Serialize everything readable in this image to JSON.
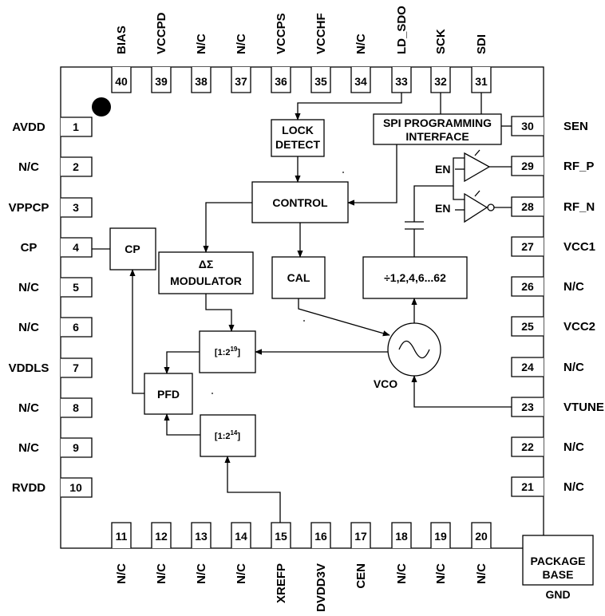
{
  "pins": {
    "top": [
      {
        "num": "40",
        "name": "BIAS"
      },
      {
        "num": "39",
        "name": "VCCPD"
      },
      {
        "num": "38",
        "name": "N/C"
      },
      {
        "num": "37",
        "name": "N/C"
      },
      {
        "num": "36",
        "name": "VCCPS"
      },
      {
        "num": "35",
        "name": "VCCHF"
      },
      {
        "num": "34",
        "name": "N/C"
      },
      {
        "num": "33",
        "name": "LD_SDO"
      },
      {
        "num": "32",
        "name": "SCK"
      },
      {
        "num": "31",
        "name": "SDI"
      }
    ],
    "left": [
      {
        "num": "1",
        "name": "AVDD"
      },
      {
        "num": "2",
        "name": "N/C"
      },
      {
        "num": "3",
        "name": "VPPCP"
      },
      {
        "num": "4",
        "name": "CP"
      },
      {
        "num": "5",
        "name": "N/C"
      },
      {
        "num": "6",
        "name": "N/C"
      },
      {
        "num": "7",
        "name": "VDDLS"
      },
      {
        "num": "8",
        "name": "N/C"
      },
      {
        "num": "9",
        "name": "N/C"
      },
      {
        "num": "10",
        "name": "RVDD"
      }
    ],
    "right": [
      {
        "num": "30",
        "name": "SEN"
      },
      {
        "num": "29",
        "name": "RF_P"
      },
      {
        "num": "28",
        "name": "RF_N"
      },
      {
        "num": "27",
        "name": "VCC1"
      },
      {
        "num": "26",
        "name": "N/C"
      },
      {
        "num": "25",
        "name": "VCC2"
      },
      {
        "num": "24",
        "name": "N/C"
      },
      {
        "num": "23",
        "name": "VTUNE"
      },
      {
        "num": "22",
        "name": "N/C"
      },
      {
        "num": "21",
        "name": "N/C"
      }
    ],
    "bottom": [
      {
        "num": "11",
        "name": "N/C"
      },
      {
        "num": "12",
        "name": "N/C"
      },
      {
        "num": "13",
        "name": "N/C"
      },
      {
        "num": "14",
        "name": "N/C"
      },
      {
        "num": "15",
        "name": "XREFP"
      },
      {
        "num": "16",
        "name": "DVDD3V"
      },
      {
        "num": "17",
        "name": "CEN"
      },
      {
        "num": "18",
        "name": "N/C"
      },
      {
        "num": "19",
        "name": "N/C"
      },
      {
        "num": "20",
        "name": "N/C"
      }
    ]
  },
  "blocks": {
    "lock_detect": [
      "LOCK",
      "DETECT"
    ],
    "spi": [
      "SPI  PROGRAMMING",
      "INTERFACE"
    ],
    "control": "CONTROL",
    "cp": "CP",
    "modulator_symbol": "ΔΣ",
    "modulator": "MODULATOR",
    "cal": "CAL",
    "divider": "÷1,2,4,6...62",
    "frac_divider_base": "[1:2",
    "frac_divider_exp": "19",
    "ref_divider_base": "[1:2",
    "ref_divider_exp": "14",
    "bracket_close": "]",
    "pfd": "PFD",
    "vco": "VCO",
    "en1": "EN",
    "en2": "EN"
  },
  "package": {
    "base": [
      "PACKAGE",
      "BASE"
    ],
    "gnd": "GND"
  }
}
